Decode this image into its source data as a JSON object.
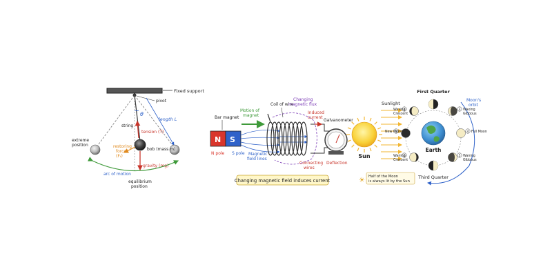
{
  "pendulum": {
    "fixed_support": "Fixed support",
    "pivot": "pivot",
    "theta": "θ",
    "length": "length L",
    "string": "string",
    "tension": "tension (T)",
    "extreme_position_1": "extreme",
    "extreme_position_2": "position",
    "bob": "bob (mass m)",
    "restoring_force_1": "restoring",
    "restoring_force_2": "force",
    "restoring_force_3": "(Fₜ)",
    "gravity": "gravity (mg)",
    "arc_of_motion": "arc of motion",
    "equilibrium_1": "equilibrium",
    "equilibrium_2": "position"
  },
  "induction": {
    "bar_magnet": "Bar magnet",
    "motion_1": "Motion of",
    "motion_2": "magnet",
    "coil_of_wire": "Coil of wire",
    "changing_flux_1": "Changing",
    "changing_flux_2": "magnetic flux",
    "induced_current_1": "Induced",
    "induced_current_2": "current",
    "galvanometer": "Galvanometer",
    "n_letter": "N",
    "s_letter": "S",
    "n_pole": "N pole",
    "s_pole": "S pole",
    "magnetic_field_1": "Magnetic",
    "magnetic_field_2": "field lines",
    "connecting_1": "Connecting",
    "connecting_2": "wires",
    "deflection": "Deflection",
    "caption": "Changing magnetic field induces current",
    "colors": {
      "north": "#d9352b",
      "south": "#2f62c9",
      "motion": "#3f9a3a",
      "flux": "#7a3bb5"
    }
  },
  "moon": {
    "sunlight": "Sunlight",
    "sun": "Sun",
    "earth": "Earth",
    "first_quarter": "First Quarter",
    "third_quarter": "Third Quarter",
    "moons_orbit_1": "Moon's",
    "moons_orbit_2": "orbit",
    "note_1": "Half of the Moon",
    "note_2": "is always lit by the Sun",
    "phases": [
      {
        "num": "1",
        "line1": "New Moon",
        "line2": ""
      },
      {
        "num": "2",
        "line1": "Waxing",
        "line2": "Crescent"
      },
      {
        "num": "3",
        "line1": "Waxing",
        "line2": "Gibbous"
      },
      {
        "num": "4",
        "line1": "Full Moon",
        "line2": ""
      },
      {
        "num": "5",
        "line1": "Waning",
        "line2": "Gibbous"
      },
      {
        "num": "6",
        "line1": "Waning",
        "line2": "Crescent"
      }
    ]
  }
}
